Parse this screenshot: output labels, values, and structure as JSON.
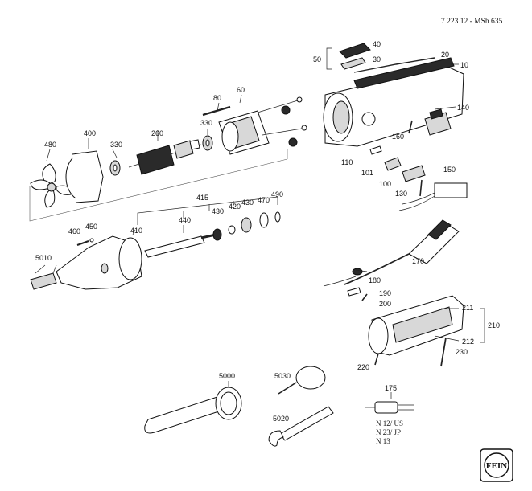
{
  "header": {
    "title": "7 223 12 - MSh 635"
  },
  "logo": {
    "text": "FEIN"
  },
  "parts": [
    {
      "id": "480",
      "label": "480"
    },
    {
      "id": "400",
      "label": "400"
    },
    {
      "id": "330a",
      "label": "330"
    },
    {
      "id": "260",
      "label": "260"
    },
    {
      "id": "330b",
      "label": "330"
    },
    {
      "id": "80",
      "label": "80"
    },
    {
      "id": "60",
      "label": "60"
    },
    {
      "id": "415",
      "label": "415"
    },
    {
      "id": "440",
      "label": "440"
    },
    {
      "id": "430a",
      "label": "430"
    },
    {
      "id": "420",
      "label": "420"
    },
    {
      "id": "430b",
      "label": "430"
    },
    {
      "id": "470",
      "label": "470"
    },
    {
      "id": "490",
      "label": "490"
    },
    {
      "id": "460",
      "label": "460"
    },
    {
      "id": "450",
      "label": "450"
    },
    {
      "id": "410",
      "label": "410"
    },
    {
      "id": "5010",
      "label": "5010"
    },
    {
      "id": "50",
      "label": "50"
    },
    {
      "id": "40",
      "label": "40"
    },
    {
      "id": "30",
      "label": "30"
    },
    {
      "id": "20",
      "label": "20"
    },
    {
      "id": "10",
      "label": "10"
    },
    {
      "id": "140",
      "label": "140"
    },
    {
      "id": "160",
      "label": "160"
    },
    {
      "id": "110",
      "label": "110"
    },
    {
      "id": "101",
      "label": "101"
    },
    {
      "id": "100",
      "label": "100"
    },
    {
      "id": "150",
      "label": "150"
    },
    {
      "id": "130",
      "label": "130"
    },
    {
      "id": "170",
      "label": "170"
    },
    {
      "id": "180",
      "label": "180"
    },
    {
      "id": "190",
      "label": "190"
    },
    {
      "id": "200",
      "label": "200"
    },
    {
      "id": "211",
      "label": "211"
    },
    {
      "id": "210",
      "label": "210"
    },
    {
      "id": "212",
      "label": "212"
    },
    {
      "id": "230",
      "label": "230"
    },
    {
      "id": "220",
      "label": "220"
    },
    {
      "id": "5000",
      "label": "5000"
    },
    {
      "id": "5030",
      "label": "5030"
    },
    {
      "id": "5020",
      "label": "5020"
    },
    {
      "id": "175",
      "label": "175"
    }
  ],
  "plug_notes": [
    "N 12/ US",
    "N 23/ JP",
    "N 13"
  ]
}
